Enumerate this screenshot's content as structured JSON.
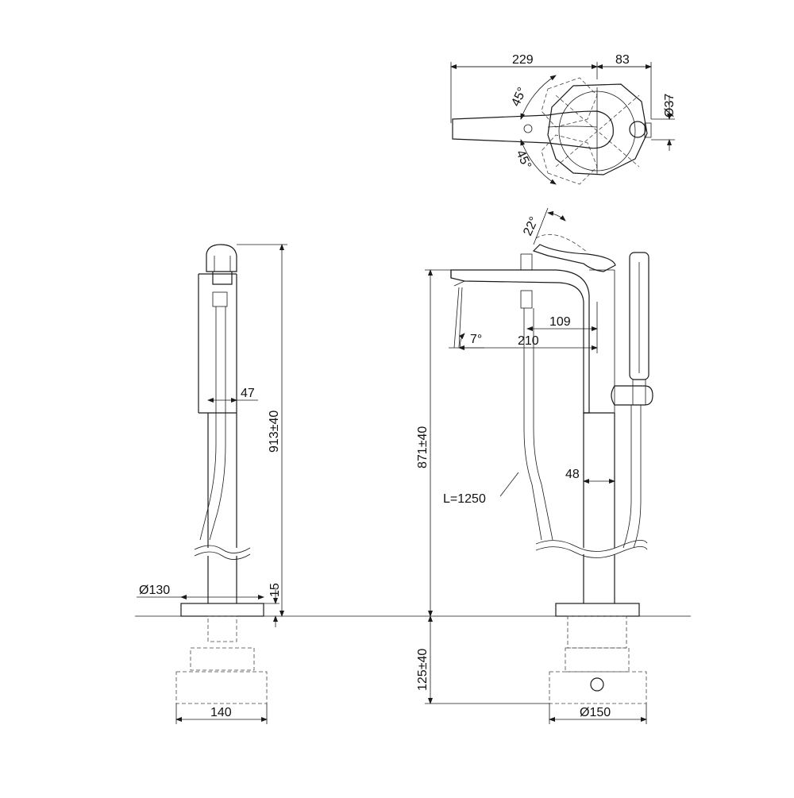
{
  "dimensions": {
    "top_width": "229",
    "top_offset": "83",
    "top_diameter": "Ø37",
    "angle_upper": "45°",
    "angle_lower": "45°",
    "handle_angle": "22°",
    "spout_angle": "7°",
    "spout_reach_short": "109",
    "spout_reach_long": "210",
    "side_height": "913±40",
    "side_body_width": "47",
    "side_flange_diameter": "Ø130",
    "side_flange_height": "15",
    "side_base_width": "140",
    "front_height": "871±40",
    "front_pipe_width": "48",
    "hose_length": "L=1250",
    "front_below_floor": "125±40",
    "front_base_diameter": "Ø150"
  },
  "colors": {
    "line": "#1a1a1a",
    "background": "#ffffff"
  }
}
